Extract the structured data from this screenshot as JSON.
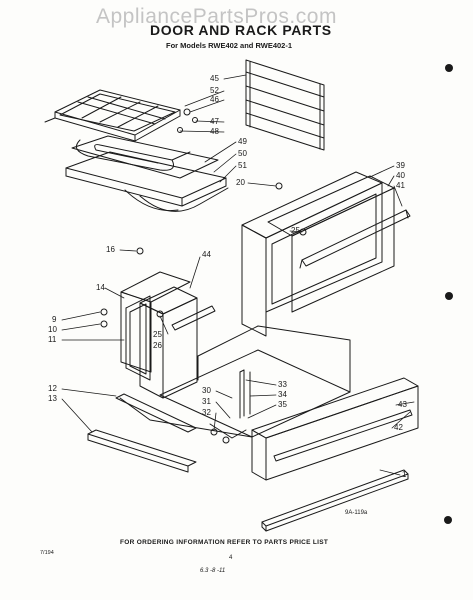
{
  "header": {
    "watermark": "AppliancePartsPros.com",
    "title": "DOOR AND RACK PARTS",
    "subtitle": "For Models RWE402 and RWE402-1"
  },
  "footer": {
    "catalog_number": "9A-119a",
    "ordering_note": "FOR ORDERING INFORMATION REFER TO PARTS PRICE LIST",
    "side_code": "7/194",
    "page_number": "4",
    "handwritten": "6.3 -8 -11"
  },
  "callouts": [
    {
      "id": "45",
      "label": "45"
    },
    {
      "id": "52",
      "label": "52"
    },
    {
      "id": "46",
      "label": "46"
    },
    {
      "id": "47",
      "label": "47"
    },
    {
      "id": "48",
      "label": "48"
    },
    {
      "id": "49",
      "label": "49"
    },
    {
      "id": "50",
      "label": "50"
    },
    {
      "id": "51",
      "label": "51"
    },
    {
      "id": "20",
      "label": "20"
    },
    {
      "id": "39",
      "label": "39"
    },
    {
      "id": "40",
      "label": "40"
    },
    {
      "id": "41",
      "label": "41"
    },
    {
      "id": "25a",
      "label": "25"
    },
    {
      "id": "16",
      "label": "16"
    },
    {
      "id": "44",
      "label": "44"
    },
    {
      "id": "14",
      "label": "14"
    },
    {
      "id": "9",
      "label": "9"
    },
    {
      "id": "10",
      "label": "10"
    },
    {
      "id": "11",
      "label": "11"
    },
    {
      "id": "25b",
      "label": "25"
    },
    {
      "id": "26",
      "label": "26"
    },
    {
      "id": "12",
      "label": "12"
    },
    {
      "id": "13",
      "label": "13"
    },
    {
      "id": "30",
      "label": "30"
    },
    {
      "id": "31",
      "label": "31"
    },
    {
      "id": "32",
      "label": "32"
    },
    {
      "id": "33",
      "label": "33"
    },
    {
      "id": "34",
      "label": "34"
    },
    {
      "id": "35",
      "label": "35"
    },
    {
      "id": "43",
      "label": "43"
    },
    {
      "id": "42",
      "label": "42"
    },
    {
      "id": "1",
      "label": "1"
    }
  ]
}
